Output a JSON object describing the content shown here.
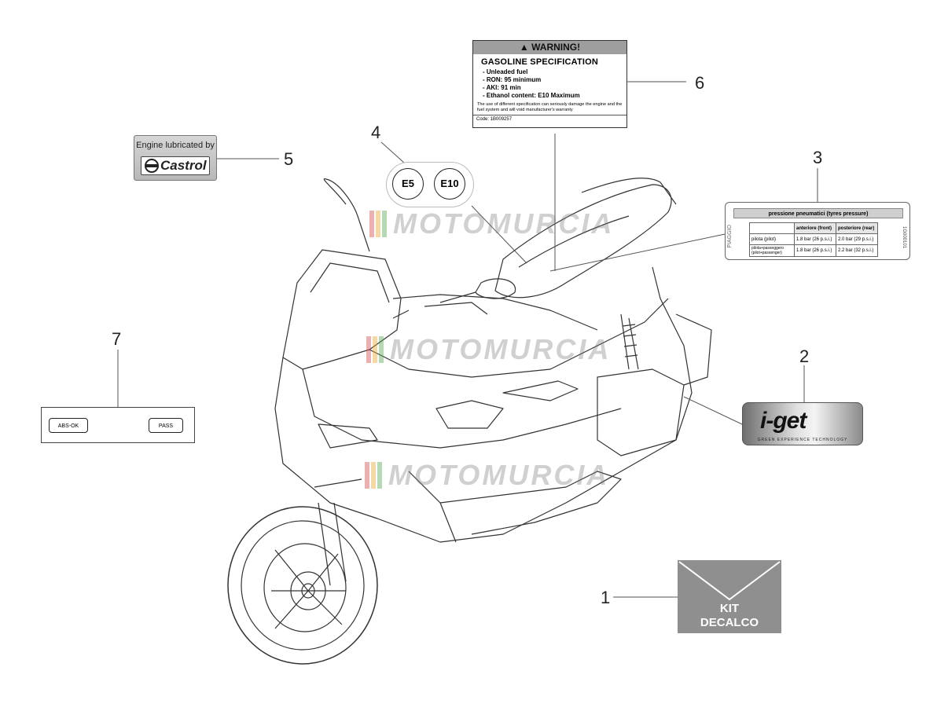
{
  "labels": {
    "callouts": [
      "1",
      "2",
      "3",
      "4",
      "5",
      "6",
      "7"
    ],
    "warning": {
      "header": "WARNING!",
      "title": "GASOLINE SPECIFICATION",
      "items": [
        "- Unleaded fuel",
        "- RON: 95 minimum",
        "- AKI: 91 min",
        "- Ethanol content: E10 Maximum"
      ],
      "note": "The use of different specification can seriously damage the engine and the fuel system and will void manufacturer's warranty",
      "code": "Code: 1B009257"
    },
    "castrol": {
      "line1": "Engine lubricated by",
      "brand": "Castrol"
    },
    "euro": [
      "E5",
      "E10"
    ],
    "tyre": {
      "title": "pressione pneumatici (tyres pressure)",
      "brand": "PIAGGIO",
      "code": "1G000101",
      "header": [
        "anteriore (front)",
        "posteriore (rear)"
      ],
      "rows": [
        [
          "pilota (pilot)",
          "1.8 bar (26 p.s.i.)",
          "2.0 bar (29 p.s.i.)"
        ],
        [
          "pilota+passeggero (pilot+passenger)",
          "1.8 bar (26 p.s.i.)",
          "2.2 bar (32 p.s.i.)"
        ]
      ]
    },
    "iget": {
      "name": "i-get",
      "tagline": "GREEN EXPERIENCE TECHNOLOGY"
    },
    "abs": {
      "left": "ABS-OK",
      "right": "PASS"
    },
    "kit": {
      "line1": "KIT",
      "line2": "DECALCO"
    }
  },
  "watermark": "MOTOMURCIA",
  "colors": {
    "stroke": "#333333",
    "label_grey": "#8f8f8f",
    "warning_header": "#9e9e9e"
  }
}
